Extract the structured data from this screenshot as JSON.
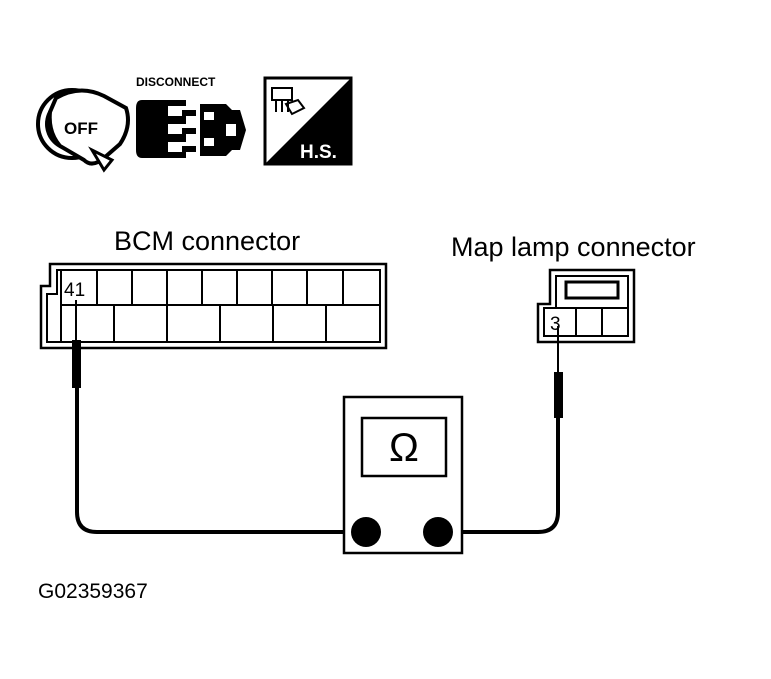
{
  "icons": {
    "ignition": {
      "name": "ignition-key-off-icon",
      "text": "OFF"
    },
    "disconnect": {
      "name": "disconnect-connector-icon",
      "text": "DISCONNECT"
    },
    "harness": {
      "name": "harness-sub-icon",
      "text": "H.S."
    }
  },
  "bcm_connector": {
    "label": "BCM connector",
    "pin": "41"
  },
  "map_lamp_connector": {
    "label": "Map lamp connector",
    "pin": "3"
  },
  "meter": {
    "symbol": "Ω"
  },
  "figure_code": "G02359367"
}
